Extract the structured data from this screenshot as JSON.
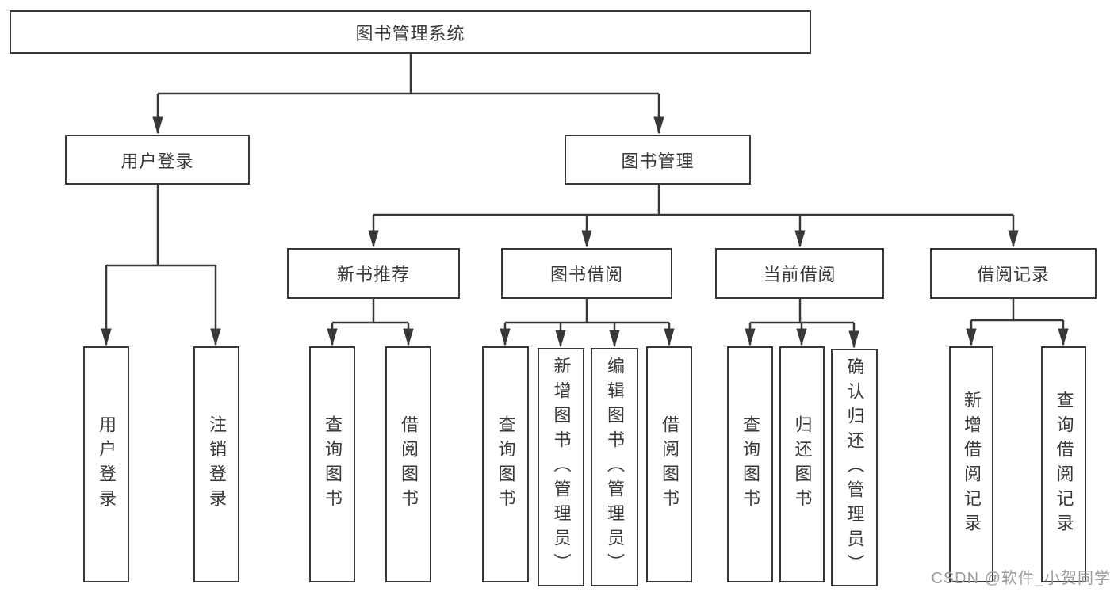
{
  "tree": {
    "root": {
      "label": "图书管理系统"
    },
    "branches": [
      {
        "label": "用户登录",
        "children": [
          {
            "label": "用户登录"
          },
          {
            "label": "注销登录"
          }
        ]
      },
      {
        "label": "图书管理",
        "children": [
          {
            "label": "新书推荐",
            "children": [
              {
                "label": "查询图书"
              },
              {
                "label": "借阅图书"
              }
            ]
          },
          {
            "label": "图书借阅",
            "children": [
              {
                "label": "查询图书"
              },
              {
                "label": "新增图书（管理员）"
              },
              {
                "label": "编辑图书（管理员）"
              },
              {
                "label": "借阅图书"
              }
            ]
          },
          {
            "label": "当前借阅",
            "children": [
              {
                "label": "查询图书"
              },
              {
                "label": "归还图书"
              },
              {
                "label": "确认归还（管理员）"
              }
            ]
          },
          {
            "label": "借阅记录",
            "children": [
              {
                "label": "新增借阅记录"
              },
              {
                "label": "查询借阅记录"
              }
            ]
          }
        ]
      }
    ]
  },
  "watermark": {
    "text": "CSDN @软件_小贺同学",
    "color": "#9c9c9c"
  },
  "colors": {
    "line": "#383838",
    "box_border": "#383838",
    "text": "#3a3a3a",
    "background": "#ffffff"
  }
}
